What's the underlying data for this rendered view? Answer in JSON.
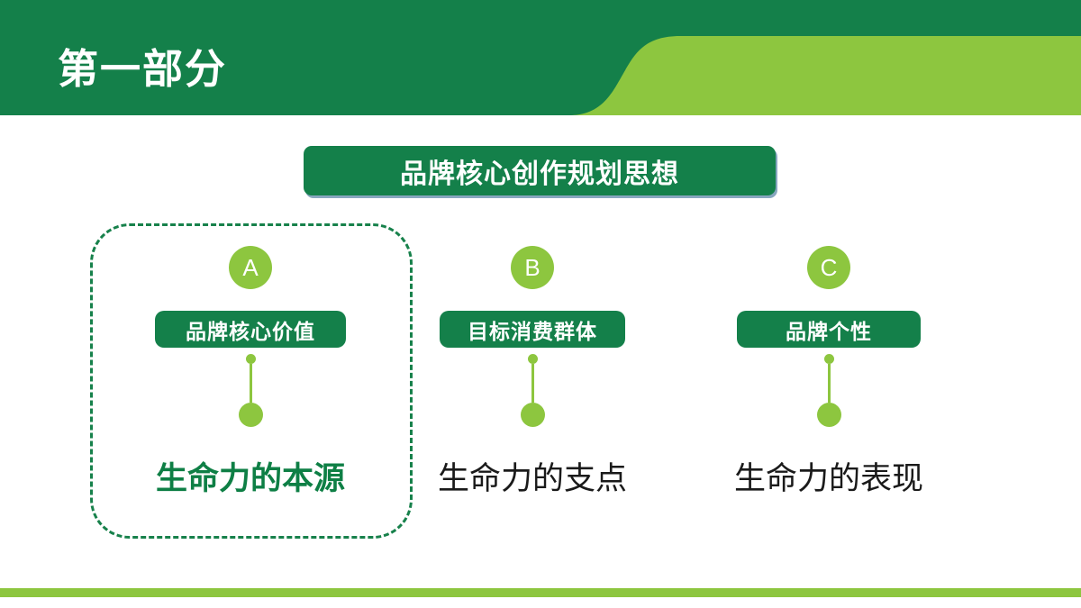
{
  "banner": {
    "section_title": "第一部分"
  },
  "title_box": {
    "text": "品牌核心创作规划思想"
  },
  "columns": [
    {
      "letter": "A",
      "pill": "品牌核心价值",
      "caption": "生命力的本源",
      "highlighted": true
    },
    {
      "letter": "B",
      "pill": "目标消费群体",
      "caption": "生命力的支点",
      "highlighted": false
    },
    {
      "letter": "C",
      "pill": "品牌个性",
      "caption": "生命力的表现",
      "highlighted": false
    }
  ],
  "colors": {
    "dark_green": "#14804A",
    "light_green": "#8DC63F",
    "caption_green": "#0E7F45",
    "caption_black": "#1A1A1A",
    "title_box_shadow": "#87A6BE"
  }
}
